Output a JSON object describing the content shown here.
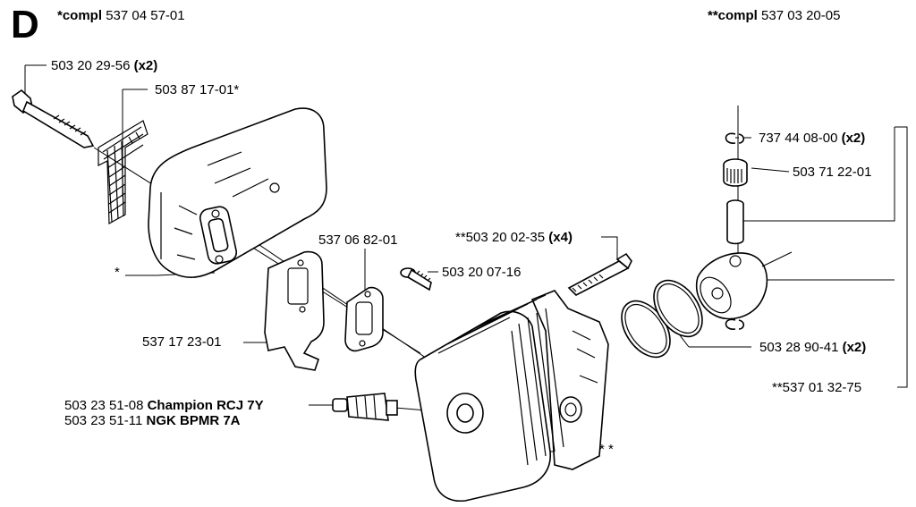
{
  "section": "D",
  "kits": {
    "left": {
      "prefix": "*compl",
      "number": "537 04 57-01"
    },
    "right": {
      "prefix": "**compl",
      "number": "537 03 20-05"
    }
  },
  "parts": {
    "bolt": {
      "number": "503 20 29-56",
      "qty": "(x2)"
    },
    "screen": {
      "number": "503 87 17-01*"
    },
    "muffler_star": {
      "mark": "*"
    },
    "gasket_small": {
      "number": "537 06 82-01"
    },
    "plate": {
      "number": "537 17 23-01"
    },
    "screw": {
      "number": "503 20 07-16"
    },
    "cyl_bolts": {
      "number": "**503 20 02-35",
      "qty": "(x4)"
    },
    "circlip": {
      "number": "737 44 08-00",
      "qty": "(x2)"
    },
    "bearing": {
      "number": "503 71 22-01"
    },
    "rings": {
      "number": "503 28 90-41",
      "qty": "(x2)"
    },
    "piston_kit": {
      "number": "**537 01 32-75"
    },
    "cylinder_star": {
      "mark": "* *"
    },
    "plug1": {
      "number": "503 23 51-08",
      "brand": "Champion RCJ 7Y"
    },
    "plug2": {
      "number": "503 23 51-11",
      "brand": "NGK BPMR 7A"
    }
  }
}
